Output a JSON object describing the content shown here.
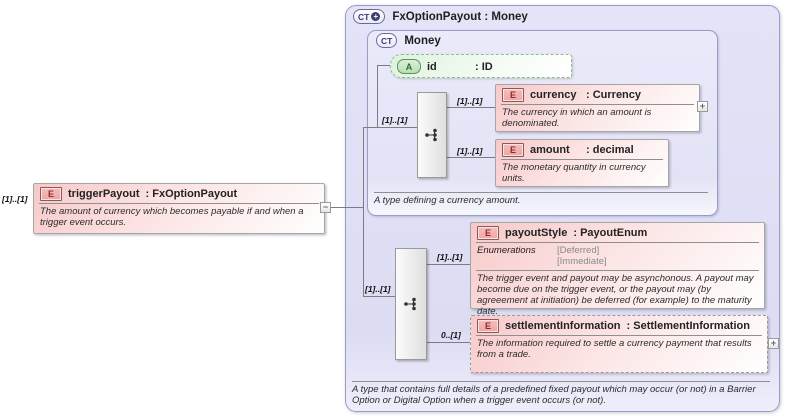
{
  "icons": {
    "collapse": "−",
    "expand": "+",
    "extension_plus": "+"
  },
  "root": {
    "cardinality": "[1]..[1]",
    "badge": "E",
    "name": "triggerPayout",
    "type": ": FxOptionPayout",
    "doc": "The amount of currency which becomes payable if and when a trigger event occurs."
  },
  "container": {
    "badge": "CT",
    "title": "FxOptionPayout : Money",
    "footer_doc": "A type that contains full details of a predefined fixed payout which may occur (or not) in a Barrier Option or Digital Option when a trigger event occurs (or not)."
  },
  "money": {
    "badge": "CT",
    "title": "Money",
    "footer_doc": "A type defining a currency amount.",
    "sequence_cardinality": "[1]..[1]",
    "attribute": {
      "badge": "A",
      "name": "id",
      "type": ": ID"
    },
    "children": {
      "currency": {
        "cardinality": "[1]..[1]",
        "badge": "E",
        "name": "currency",
        "type": ": Currency",
        "doc": "The currency in which an amount is denominated."
      },
      "amount": {
        "cardinality": "[1]..[1]",
        "badge": "E",
        "name": "amount",
        "type": ": decimal",
        "doc": "The monetary quantity in currency units."
      }
    }
  },
  "extension": {
    "sequence_cardinality": "[1]..[1]",
    "children": {
      "payoutStyle": {
        "cardinality": "[1]..[1]",
        "badge": "E",
        "name": "payoutStyle",
        "type": ": PayoutEnum",
        "enumerations_label": "Enumerations",
        "enumerations": [
          "[Deferred]",
          "[Immediate]"
        ],
        "doc": "The trigger event and payout may be asynchonous. A payout may become due on the trigger event, or the payout may (by agreeement at initiation) be deferred (for example) to the maturity date."
      },
      "settlementInformation": {
        "cardinality": "0..[1]",
        "badge": "E",
        "name": "settlementInformation",
        "type": ": SettlementInformation",
        "doc": "The information required to settle a currency payment that results from a trade."
      }
    }
  }
}
